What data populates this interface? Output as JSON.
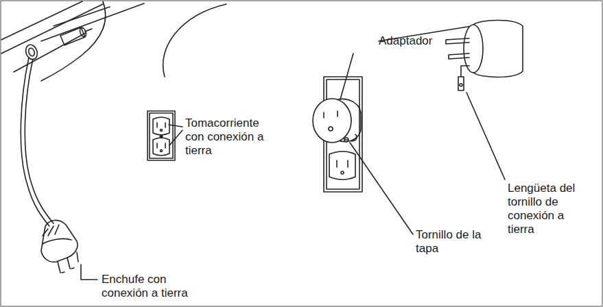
{
  "diagram": {
    "labels": [
      "Adaptador",
      "Tomacorriente con conexión a tierra",
      "Lengüeta del tornillo de conexión a tierra",
      "Tornillo de la tapa",
      "Enchufe con conexión a tierra"
    ]
  }
}
